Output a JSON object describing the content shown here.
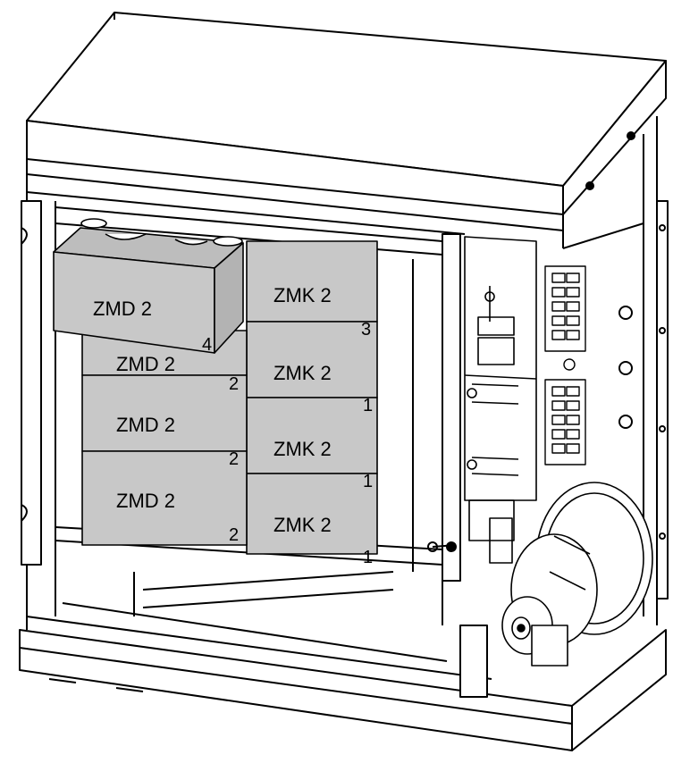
{
  "colors": {
    "line": "#000000",
    "module_fill": "#c8c8c8",
    "module_top": "#bdbdbd",
    "background": "#ffffff"
  },
  "modules": {
    "zmd_top": {
      "label": "ZMD 2",
      "number": "4"
    },
    "zmd_1": {
      "label": "ZMD 2",
      "number": "2"
    },
    "zmd_2": {
      "label": "ZMD 2",
      "number": "2"
    },
    "zmd_3": {
      "label": "ZMD 2",
      "number": "2"
    },
    "zmk_1": {
      "label": "ZMK 2",
      "number": "3"
    },
    "zmk_2": {
      "label": "ZMK 2",
      "number": "1"
    },
    "zmk_3": {
      "label": "ZMK 2",
      "number": "1"
    },
    "zmk_4": {
      "label": "ZMK 2",
      "number": "1"
    }
  },
  "icons": [
    "terminal-block-icon",
    "motor-fan-icon"
  ]
}
